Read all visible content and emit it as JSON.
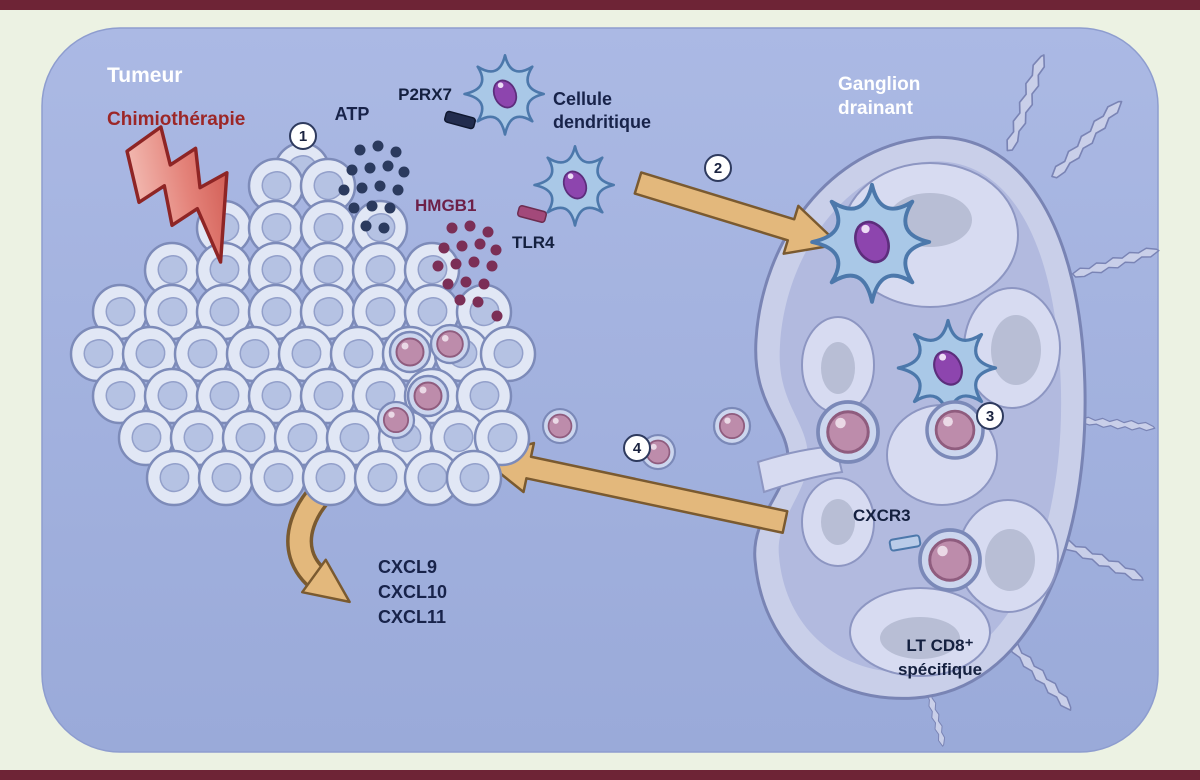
{
  "figure": {
    "regions": {
      "tumor_label": "Tumeur",
      "chemotherapy_label": "Chimiothérapie",
      "lymph_node_label_line1": "Ganglion",
      "lymph_node_label_line2": "drainant"
    },
    "molecules": {
      "atp": "ATP",
      "hmgb1": "HMGB1"
    },
    "receptors": {
      "p2rx7": "P2RX7",
      "tlr4": "TLR4",
      "cxcr3": "CXCR3"
    },
    "cells": {
      "dendritic_line1": "Cellule",
      "dendritic_line2": "dendritique",
      "cd8_line1": "LT CD8⁺",
      "cd8_line2": "spécifique"
    },
    "chemokines": [
      "CXCL9",
      "CXCL10",
      "CXCL11"
    ],
    "steps": [
      "1",
      "2",
      "3",
      "4"
    ],
    "colors": {
      "frame_bar": "#6e2436",
      "page_background": "#ecf2e3",
      "panel": "#a3b2de",
      "atp_dot": "#2b3a5e",
      "hmgb1_dot": "#7b2f56",
      "arrow_fill": "#e3b87c",
      "arrow_outline": "#7a5a30",
      "chemotherapy_text": "#9c2727"
    }
  }
}
